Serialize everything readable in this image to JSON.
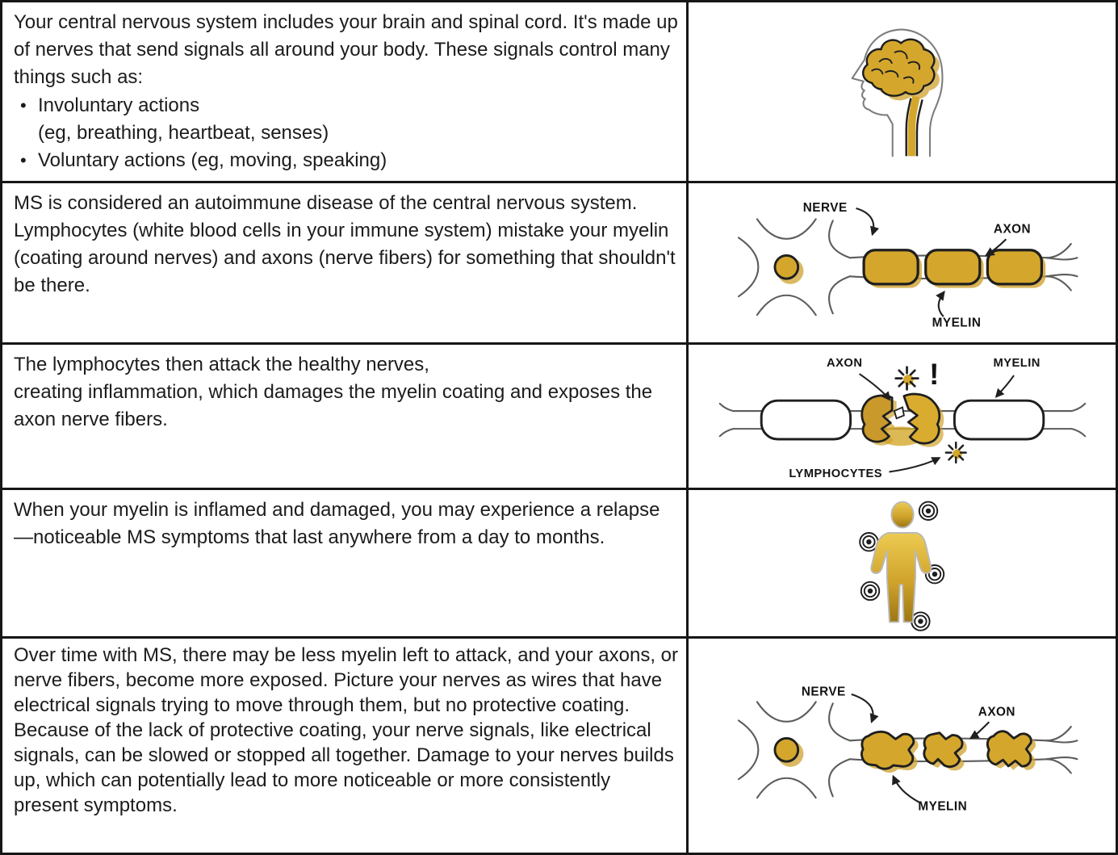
{
  "document": {
    "bullet_char": "•",
    "rows": [
      {
        "paragraph": "Your central nervous system includes your brain and spinal cord. It's made up of nerves that send signals all around your body. These signals control many things such as:",
        "bullets": [
          {
            "text": "Involuntary actions",
            "detail": "(eg, breathing, heartbeat, senses)"
          },
          {
            "text": "Voluntary actions (eg, moving, speaking)"
          }
        ],
        "illustration": "head with brain and spinal cord"
      },
      {
        "paragraph": "MS is considered an autoimmune disease of the central nervous system. Lymphocytes (white blood cells in your immune system) mistake your myelin (coating around nerves) and axons (nerve fibers) for something that shouldn't be there.",
        "illustration": "healthy nerve with myelin segments",
        "diagram_labels": {
          "nerve": "NERVE",
          "axon": "AXON",
          "myelin": "MYELIN"
        }
      },
      {
        "paragraph": "The lymphocytes then attack the healthy nerves,\ncreating inflammation, which damages the myelin coating and exposes the axon nerve fibers.",
        "illustration": "lymphocytes attacking myelin on nerve",
        "diagram_labels": {
          "axon": "AXON",
          "myelin": "MYELIN",
          "lymphocytes": "LYMPHOCYTES",
          "alert": "!"
        }
      },
      {
        "paragraph": "When your myelin is inflamed and damaged, you may experience a relapse—noticeable MS symptoms that last anywhere from a day to months.",
        "illustration": "person with symptom points"
      },
      {
        "paragraph": "Over time with MS, there may be less myelin left to attack, and your axons, or nerve fibers, become more exposed. Picture your nerves as wires that have electrical signals trying to move through them, but no protective coating. Because of the lack of protective coating, your nerve signals, like electrical signals, can be slowed or stopped all together. Damage to your nerves builds up, which can potentially lead to more noticeable or more consistently present symptoms.",
        "illustration": "nerve with eroded myelin",
        "diagram_labels": {
          "nerve": "NERVE",
          "axon": "AXON",
          "myelin": "MYELIN"
        }
      }
    ]
  },
  "colors": {
    "gold": "#D4A72C",
    "gold_shadow": "#CFA22E",
    "outline_dark": "#1f1f1f",
    "line_gray": "#616161",
    "border_black": "#161616",
    "text": "#1c1c1c"
  }
}
